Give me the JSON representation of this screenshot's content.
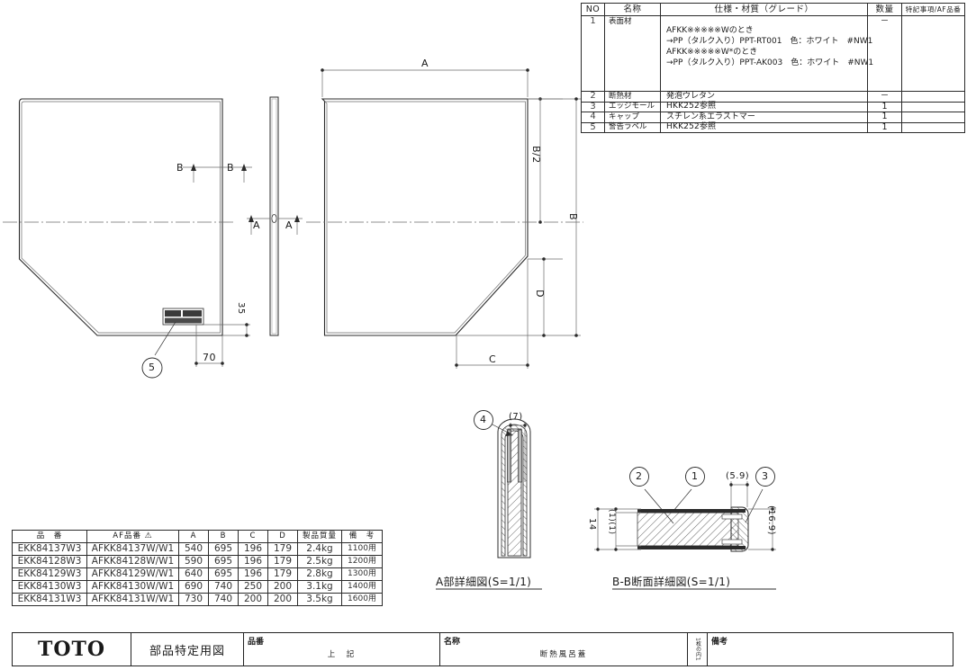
{
  "spec_table": {
    "headers": [
      "NO",
      "名称",
      "仕様・材質（グレード）",
      "数量",
      "特記事項/AF品番"
    ],
    "rows": [
      {
        "no": "1",
        "name": "表面材",
        "spec_lines": [
          "AFKK※※※※※Wのとき",
          "→PP（タルク入り）PPT-RT001　色：ホワイト　#NW1",
          "AFKK※※※※※W*のとき",
          "→PP（タルク入り）PPT-AK003　色：ホワイト　#NW1"
        ],
        "qty": "－",
        "remark": ""
      },
      {
        "no": "2",
        "name": "断熱材",
        "spec": "発泡ウレタン",
        "qty": "－",
        "remark": ""
      },
      {
        "no": "3",
        "name": "エッジモール",
        "spec": "HKK252参照",
        "qty": "1",
        "remark": ""
      },
      {
        "no": "4",
        "name": "キャップ",
        "spec": "スチレン系エラストマー",
        "qty": "1",
        "remark": ""
      },
      {
        "no": "5",
        "name": "警告ラベル",
        "spec": "HKK252参照",
        "qty": "1",
        "remark": ""
      }
    ]
  },
  "model_table": {
    "headers": [
      "品　番",
      "AF品番",
      "A",
      "B",
      "C",
      "D",
      "製品質量",
      "備　考"
    ],
    "af_warning_icon": "⚠",
    "rows": [
      {
        "code": "EKK84137W3",
        "af": "AFKK84137W/W1",
        "A": "540",
        "B": "695",
        "C": "196",
        "D": "179",
        "mass": "2.4kg",
        "remark": "1100用"
      },
      {
        "code": "EKK84128W3",
        "af": "AFKK84128W/W1",
        "A": "590",
        "B": "695",
        "C": "196",
        "D": "179",
        "mass": "2.5kg",
        "remark": "1200用"
      },
      {
        "code": "EKK84129W3",
        "af": "AFKK84129W/W1",
        "A": "640",
        "B": "695",
        "C": "196",
        "D": "179",
        "mass": "2.8kg",
        "remark": "1300用"
      },
      {
        "code": "EKK84130W3",
        "af": "AFKK84130W/W1",
        "A": "690",
        "B": "740",
        "C": "250",
        "D": "200",
        "mass": "3.1kg",
        "remark": "1400用"
      },
      {
        "code": "EKK84131W3",
        "af": "AFKK84131W/W1",
        "A": "730",
        "B": "740",
        "C": "200",
        "D": "200",
        "mass": "3.5kg",
        "remark": "1600用"
      }
    ]
  },
  "title_block": {
    "brand": "TOTO",
    "doc_kind": "部品特定用図",
    "hinban_label": "品番",
    "hinban_value": "上　記",
    "name_label": "名称",
    "name_value": "断熱風呂蓋",
    "sheet_text": "1枚の内1",
    "remark_label": "備考",
    "remark_value": ""
  },
  "drawing": {
    "front_view": {
      "section_mark_b_left": "B",
      "section_mark_b_right": "B",
      "label_balloon_5": "5",
      "dim_35": "35",
      "dim_70": "70"
    },
    "side_view": {
      "section_mark_a_left": "A",
      "section_mark_a_right": "A"
    },
    "dim_view": {
      "dim_A": "A",
      "dim_B": "B",
      "dim_B_half": "B/2",
      "dim_C": "C",
      "dim_D": "D"
    },
    "detail_a": {
      "caption": "A部詳細図(S=1/1)",
      "balloon": "4",
      "dim": "(7)"
    },
    "detail_bb": {
      "caption": "B-B断面詳細図(S=1/1)",
      "balloon_1": "1",
      "balloon_2": "2",
      "balloon_3": "3",
      "dim_14": "14",
      "dim_1_1": "(1)(1)",
      "dim_59": "(5.9)",
      "dim_169": "(16.9)"
    }
  },
  "colors": {
    "line": "#2b2b2b",
    "thin_line": "#6b6b6b",
    "background": "#ffffff"
  }
}
